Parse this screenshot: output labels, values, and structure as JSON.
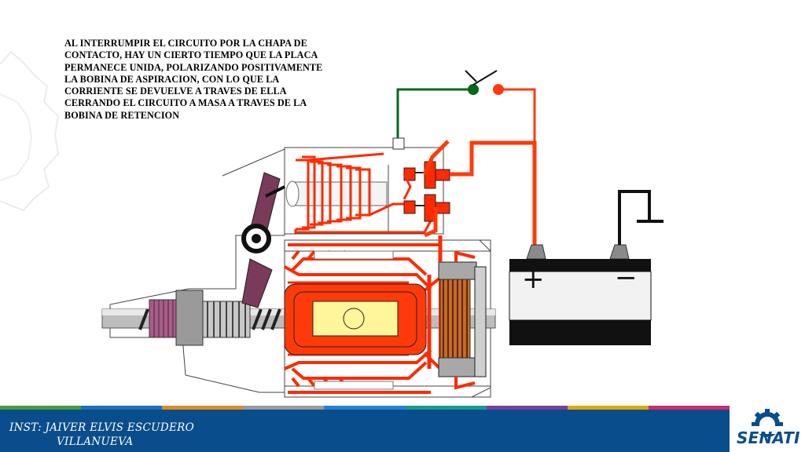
{
  "caption": {
    "lines": [
      "AL INTERRUMPIR EL CIRCUITO POR LA CHAPA DE",
      "CONTACTO, HAY UN CIERTO  TIEMPO QUE LA PLACA",
      "PERMANECE  UNIDA, POLARIZANDO POSITIVAMENTE",
      "LA BOBINA DE ASPIRACION, CON LO QUE LA",
      "CORRIENTE SE DEVUELVE A TRAVES  DE ELLA",
      "CERRANDO EL CIRCUITO A MASA A TRAVES DE LA",
      "BOBINA DE RETENCION"
    ]
  },
  "battery": {
    "positive_symbol": "+",
    "negative_symbol": "−"
  },
  "footer": {
    "instructor_line1": "Inst: Jaiver Elvis Escudero",
    "instructor_line2": "Villanueva",
    "brand": "SENATI",
    "stripe_colors": [
      "#4a9a3a",
      "#1e6fb8",
      "#e08a1e",
      "#9a9a9a",
      "#2a7fd0",
      "#1a9a8a",
      "#7a3f9a",
      "#e0a800",
      "#d02a6a"
    ]
  },
  "colors": {
    "coil": "#ff2a00",
    "control_wire": "#006a1a",
    "bar": "#0a4d8c",
    "commutator": "#c86a28",
    "plunger_lever": "#7a3a5a",
    "field_core": "#fff59a"
  }
}
